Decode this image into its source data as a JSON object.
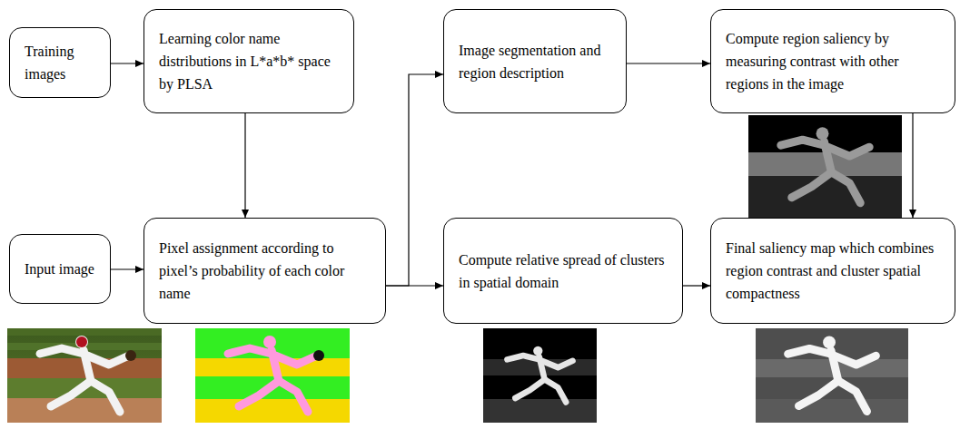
{
  "diagram": {
    "nodes": [
      {
        "text": [
          "Training images"
        ]
      },
      {
        "text": [
          "Learning color name distributions in L*a*b* space by PLSA"
        ]
      },
      {
        "text": [
          "Image segmentation and region description"
        ]
      },
      {
        "text": [
          "Compute region saliency by measuring contrast with other regions in the image"
        ]
      },
      {
        "text": [
          "Input image"
        ]
      },
      {
        "text": [
          "Pixel assignment according to pixel’s probability of each color name"
        ]
      },
      {
        "text": [
          "Compute relative spread of clusters in spatial domain"
        ]
      },
      {
        "text": [
          "Final saliency map which combines region contrast and cluster spatial compactness"
        ]
      }
    ],
    "edges": [
      {
        "from": 0,
        "to": 1,
        "arrow": "to"
      },
      {
        "from": 1,
        "to": 5,
        "arrow": "to"
      },
      {
        "from": 4,
        "to": 5,
        "arrow": "to"
      },
      {
        "from": 5,
        "to": 2,
        "arrow": "to"
      },
      {
        "from": 5,
        "to": 6,
        "arrow": "to"
      },
      {
        "from": 2,
        "to": 3,
        "arrow": "to"
      },
      {
        "from": 6,
        "to": 7,
        "arrow": "to"
      },
      {
        "from": 3,
        "to": 7,
        "arrow": "to"
      }
    ]
  }
}
